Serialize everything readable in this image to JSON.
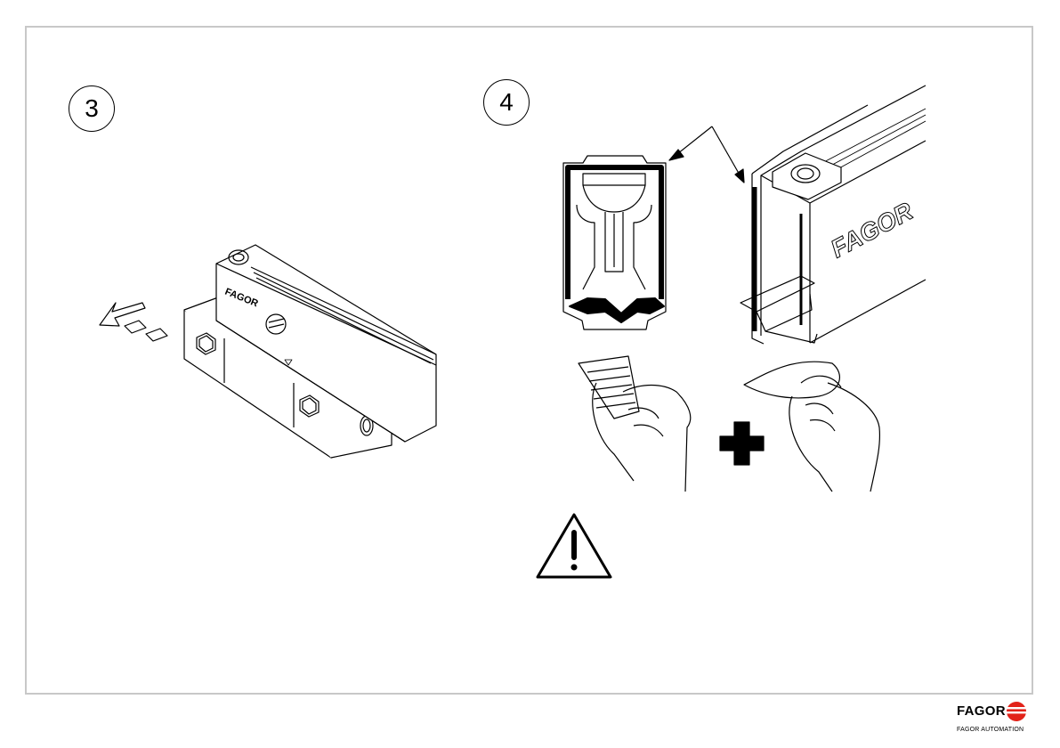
{
  "steps": {
    "step3": "3",
    "step4": "4"
  },
  "illustration": {
    "brand_marking": "FAGOR"
  },
  "footer": {
    "brand": "FAGOR",
    "company": "FAGOR AUTOMATION"
  },
  "colors": {
    "border": "#c8c8c8",
    "ink": "#000000",
    "logo_red": "#e2231a"
  },
  "icons": [
    "warning-icon",
    "plus-icon",
    "arrow-left-icon",
    "fagor-logo-icon"
  ]
}
